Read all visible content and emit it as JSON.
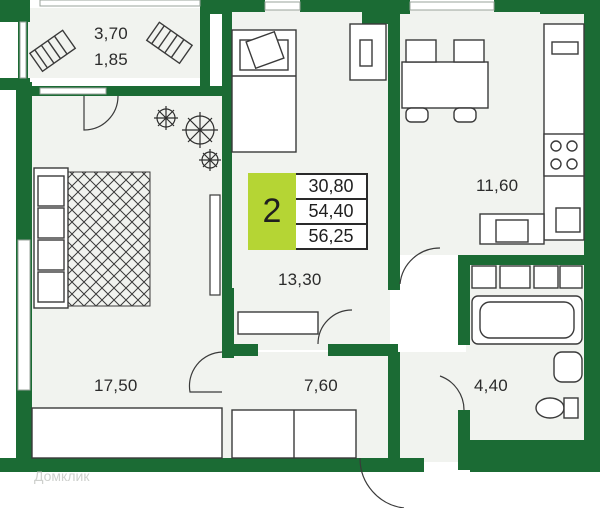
{
  "summary": {
    "room_count": "2",
    "areas": [
      "30,80",
      "54,40",
      "56,25"
    ]
  },
  "rooms": {
    "balcony_area": "3,70",
    "balcony_area_alt": "1,85",
    "living_room": "17,50",
    "bedroom": "13,30",
    "kitchen": "11,60",
    "hallway": "7,60",
    "bathroom": "4,40"
  },
  "colors": {
    "wall": "#1b6b34",
    "floor": "#f1f3ef",
    "accent": "#b5d534"
  },
  "watermark": "Домклик"
}
